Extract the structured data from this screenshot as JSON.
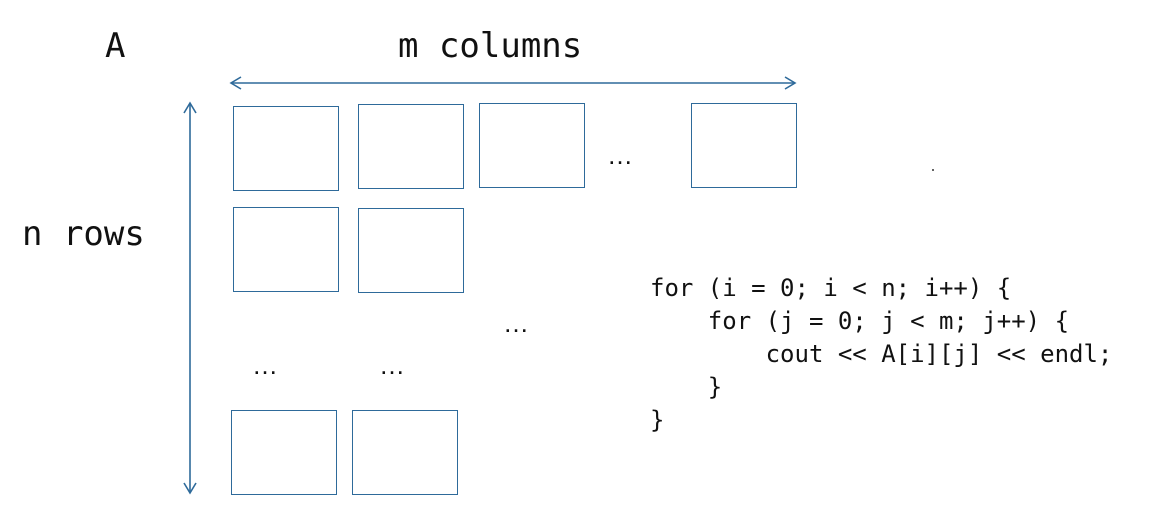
{
  "diagram": {
    "matrix_name": "A",
    "columns_label": "m columns",
    "rows_label": "n rows",
    "ellipsis": "…",
    "colors": {
      "border": "#2e6a9a",
      "text": "#111111"
    }
  },
  "code": {
    "lines": [
      "for (i = 0; i < n; i++) {",
      "    for (j = 0; j < m; j++) {",
      "        cout << A[i][j] << endl;",
      "    }",
      "}"
    ]
  }
}
